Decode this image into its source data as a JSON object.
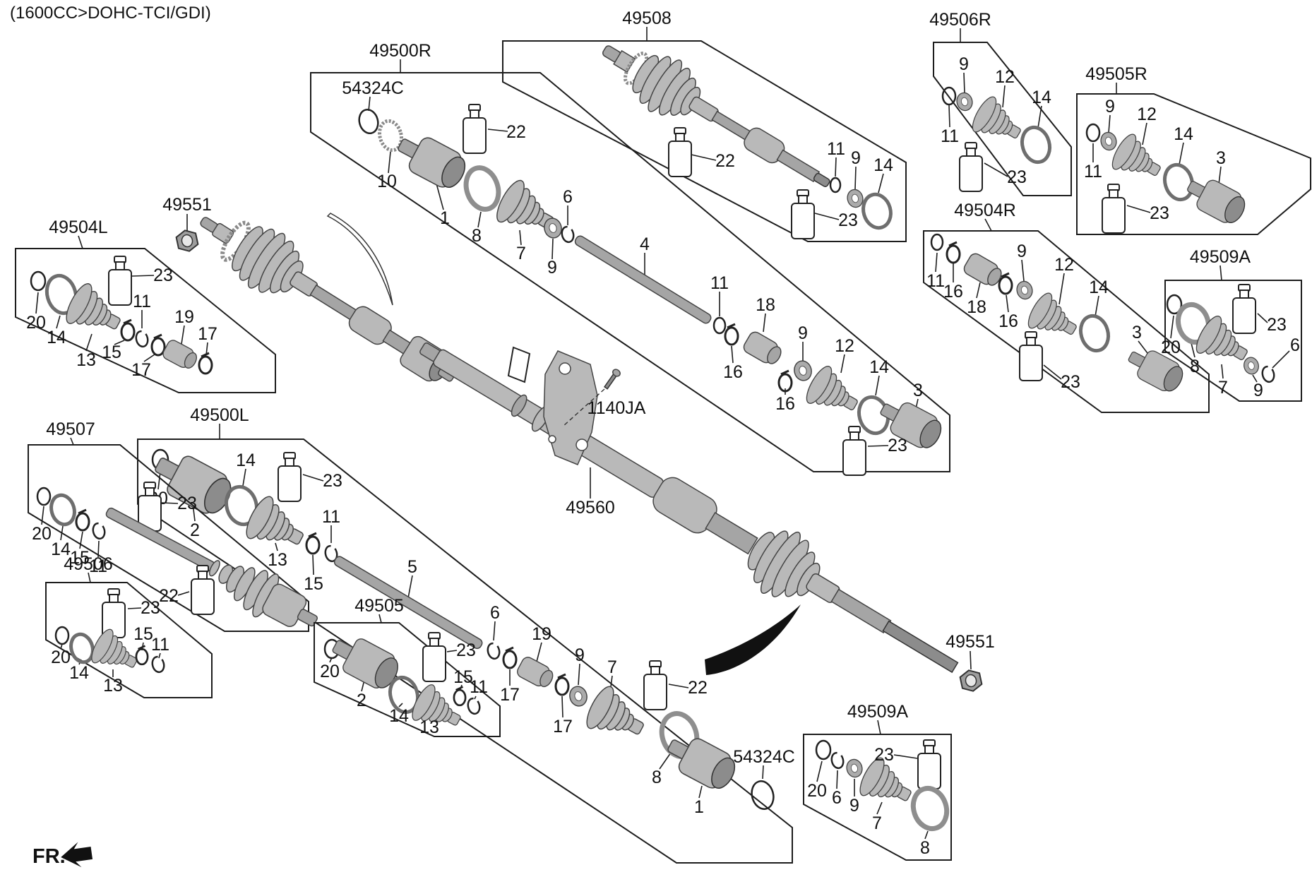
{
  "title": "(1600CC>DOHC-TCI/GDI)",
  "fr_label": "FR.",
  "standalone": {
    "nut_top": "49551",
    "nut_bottom": "49551",
    "bolt": "1140JA",
    "center_shaft": "49560"
  },
  "groups": {
    "r500": {
      "label": "49500R",
      "sub": "54324C",
      "parts": [
        "10",
        "1",
        "8",
        "22",
        "7",
        "9",
        "6",
        "4",
        "11",
        "18",
        "16",
        "16",
        "9",
        "12",
        "14",
        "3",
        "23"
      ]
    },
    "s508": {
      "label": "49508",
      "parts": [
        "22",
        "11",
        "9",
        "14",
        "23"
      ]
    },
    "r506": {
      "label": "49506R",
      "parts": [
        "9",
        "12",
        "14",
        "11",
        "23"
      ]
    },
    "r505": {
      "label": "49505R",
      "parts": [
        "9",
        "12",
        "14",
        "11",
        "3",
        "23"
      ]
    },
    "r504": {
      "label": "49504R",
      "parts": [
        "11",
        "16",
        "18",
        "16",
        "9",
        "12",
        "14",
        "3",
        "23"
      ]
    },
    "a509t": {
      "label": "49509A",
      "parts": [
        "20",
        "8",
        "7",
        "9",
        "6",
        "23"
      ]
    },
    "l504": {
      "label": "49504L",
      "parts": [
        "23",
        "20",
        "14",
        "13",
        "15",
        "17",
        "11",
        "19",
        "17"
      ]
    },
    "l500": {
      "label": "49500L",
      "sub": "54324C",
      "parts": [
        "20",
        "2",
        "14",
        "23",
        "13",
        "15",
        "11",
        "5",
        "6",
        "17",
        "19",
        "17",
        "9",
        "7",
        "22",
        "8",
        "1"
      ]
    },
    "g507": {
      "label": "49507",
      "parts": [
        "20",
        "14",
        "15",
        "11",
        "23",
        "22"
      ]
    },
    "g506": {
      "label": "49506",
      "parts": [
        "23",
        "20",
        "14",
        "13",
        "15",
        "11"
      ]
    },
    "g505": {
      "label": "49505",
      "parts": [
        "20",
        "2",
        "14",
        "13",
        "23",
        "15",
        "11"
      ]
    },
    "a509b": {
      "label": "49509A",
      "parts": [
        "23",
        "20",
        "6",
        "9",
        "7",
        "8"
      ]
    }
  }
}
